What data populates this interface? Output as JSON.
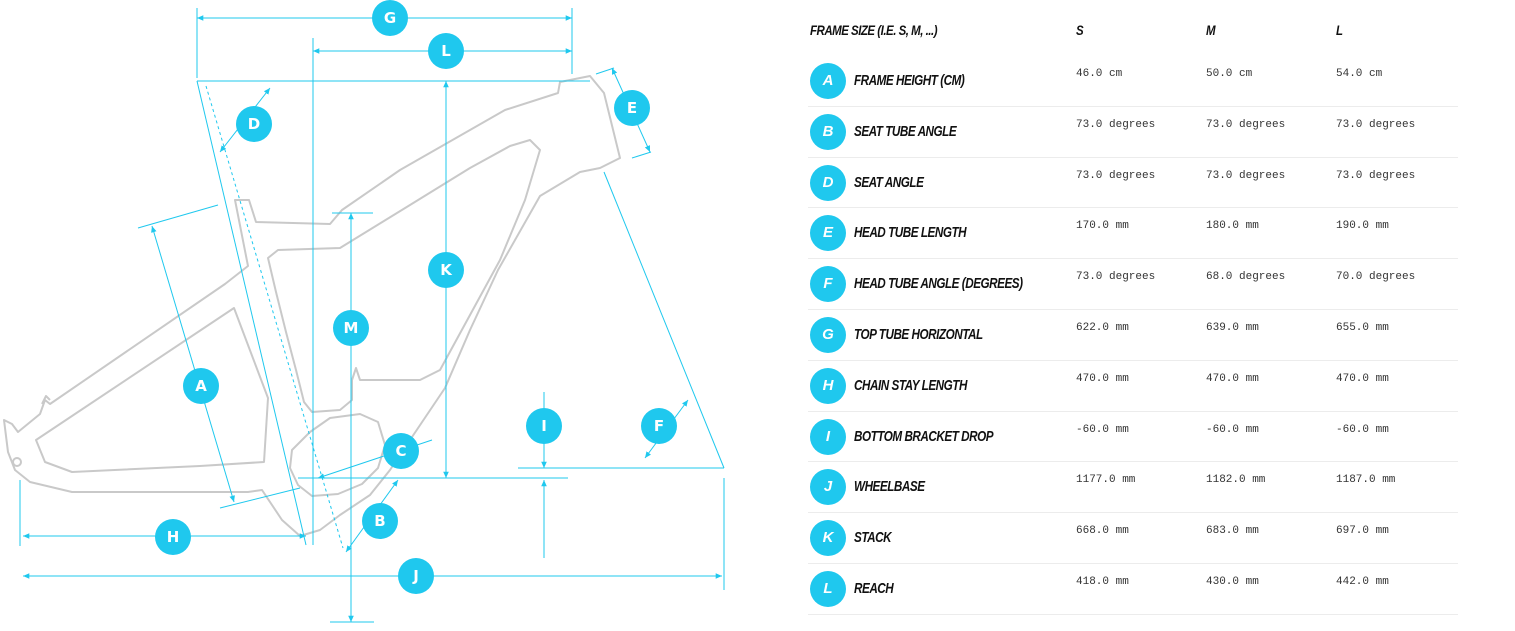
{
  "colors": {
    "accent": "#1fc8ee",
    "frame_outline": "#c9c9c9",
    "text": "#111111"
  },
  "diagram": {
    "labels": {
      "A": "A",
      "B": "B",
      "C": "C",
      "D": "D",
      "E": "E",
      "F": "F",
      "G": "G",
      "H": "H",
      "I": "I",
      "J": "J",
      "K": "K",
      "L": "L",
      "M": "M"
    }
  },
  "table": {
    "header": {
      "label": "FRAME SIZE (I.E. S, M, ...)",
      "sizes": [
        "S",
        "M",
        "L"
      ]
    },
    "rows": [
      {
        "key": "A",
        "label": "FRAME HEIGHT (CM)",
        "values": [
          "46.0 cm",
          "50.0 cm",
          "54.0 cm"
        ]
      },
      {
        "key": "B",
        "label": "SEAT TUBE ANGLE",
        "values": [
          "73.0 degrees",
          "73.0 degrees",
          "73.0 degrees"
        ]
      },
      {
        "key": "D",
        "label": "SEAT ANGLE",
        "values": [
          "73.0 degrees",
          "73.0 degrees",
          "73.0 degrees"
        ]
      },
      {
        "key": "E",
        "label": "HEAD TUBE LENGTH",
        "values": [
          "170.0 mm",
          "180.0 mm",
          "190.0 mm"
        ]
      },
      {
        "key": "F",
        "label": "HEAD TUBE ANGLE (DEGREES)",
        "values": [
          "73.0 degrees",
          "68.0 degrees",
          "70.0 degrees"
        ]
      },
      {
        "key": "G",
        "label": "TOP TUBE HORIZONTAL",
        "values": [
          "622.0 mm",
          "639.0 mm",
          "655.0 mm"
        ]
      },
      {
        "key": "H",
        "label": "CHAIN STAY LENGTH",
        "values": [
          "470.0 mm",
          "470.0 mm",
          "470.0 mm"
        ]
      },
      {
        "key": "I",
        "label": "BOTTOM BRACKET DROP",
        "values": [
          "-60.0 mm",
          "-60.0 mm",
          "-60.0 mm"
        ]
      },
      {
        "key": "J",
        "label": "WHEELBASE",
        "values": [
          "1177.0 mm",
          "1182.0 mm",
          "1187.0 mm"
        ]
      },
      {
        "key": "K",
        "label": "STACK",
        "values": [
          "668.0 mm",
          "683.0 mm",
          "697.0 mm"
        ]
      },
      {
        "key": "L",
        "label": "REACH",
        "values": [
          "418.0 mm",
          "430.0 mm",
          "442.0 mm"
        ]
      }
    ]
  }
}
